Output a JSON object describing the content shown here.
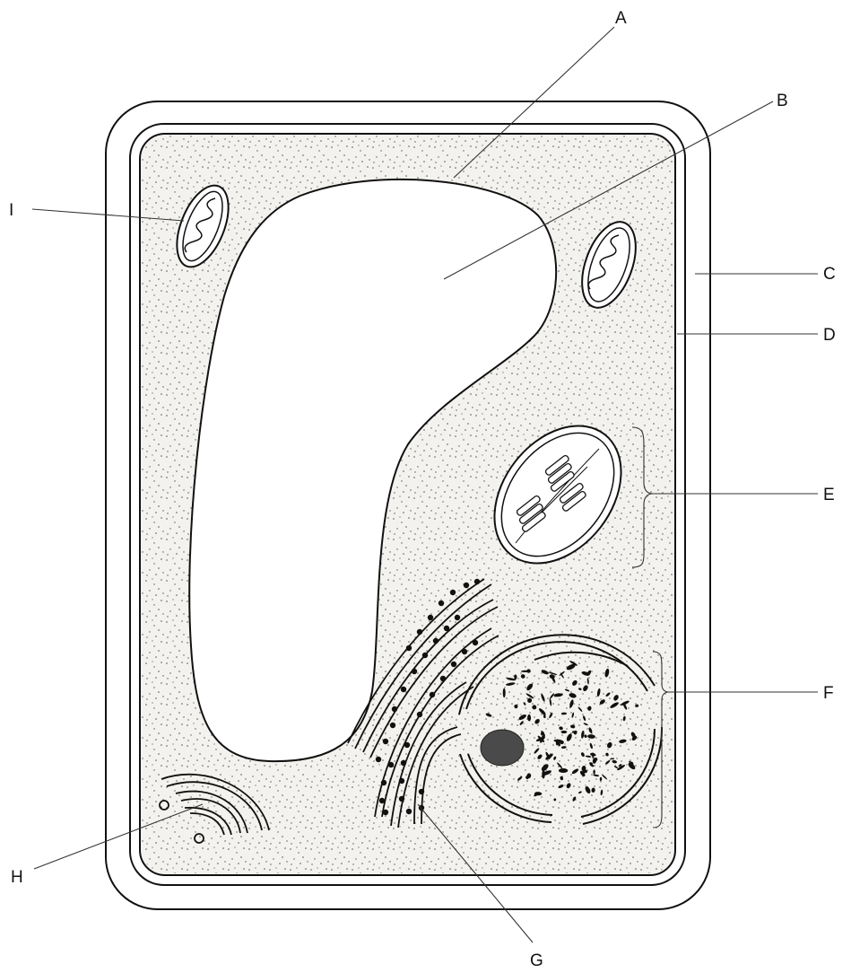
{
  "diagram": {
    "labels": {
      "A": "A",
      "B": "B",
      "C": "C",
      "D": "D",
      "E": "E",
      "F": "F",
      "G": "G",
      "H": "H",
      "I": "I"
    },
    "colors": {
      "outline": "#111111",
      "cytoplasm_fill": "#f4f2ee",
      "speckle": "#555555",
      "nucleolus": "#4a4a4a",
      "ribosome": "#111111"
    }
  }
}
